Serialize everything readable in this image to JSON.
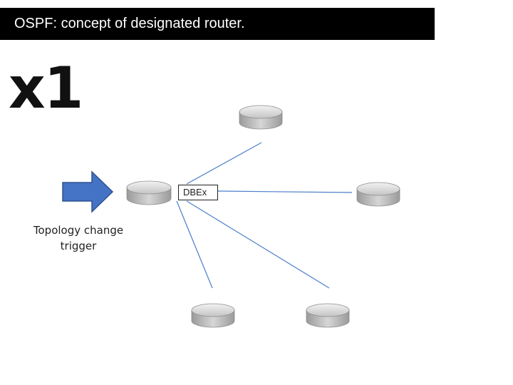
{
  "header": {
    "title": "OSPF: concept of designated router."
  },
  "multiplier": "x1",
  "trigger": {
    "label": "Topology change trigger"
  },
  "message": {
    "label": "DBEx"
  },
  "colors": {
    "link": "#4a7ec9",
    "arrow": "#4472c4",
    "arrow_border": "#2f528f",
    "router": "#b0b0b0"
  }
}
